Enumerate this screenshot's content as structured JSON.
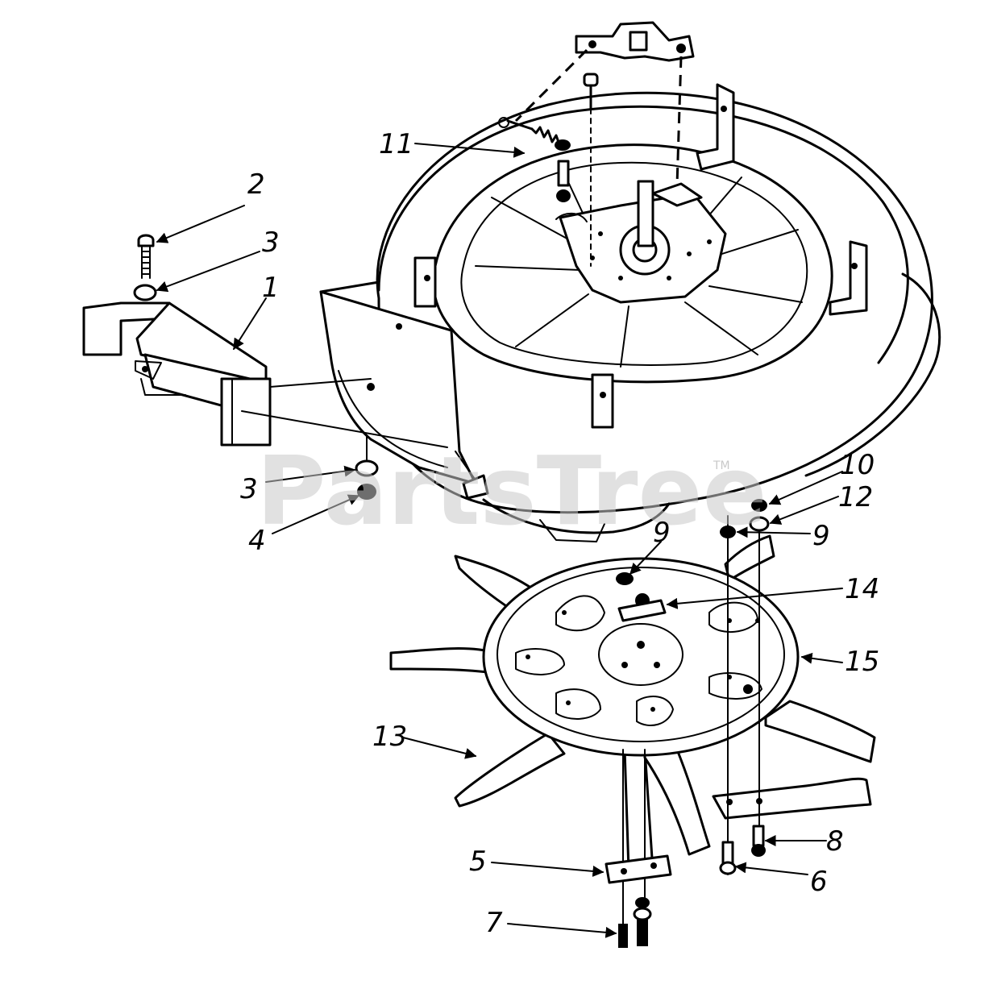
{
  "watermark": {
    "brand": "PartsTree",
    "trademark": "TM"
  },
  "callouts": {
    "c1": "1",
    "c2": "2",
    "c3a": "3",
    "c3b": "3",
    "c4": "4",
    "c5": "5",
    "c6": "6",
    "c7": "7",
    "c8": "8",
    "c9a": "9",
    "c9b": "9",
    "c10": "10",
    "c11": "11",
    "c12": "12",
    "c13": "13",
    "c14": "14",
    "c15": "15"
  }
}
